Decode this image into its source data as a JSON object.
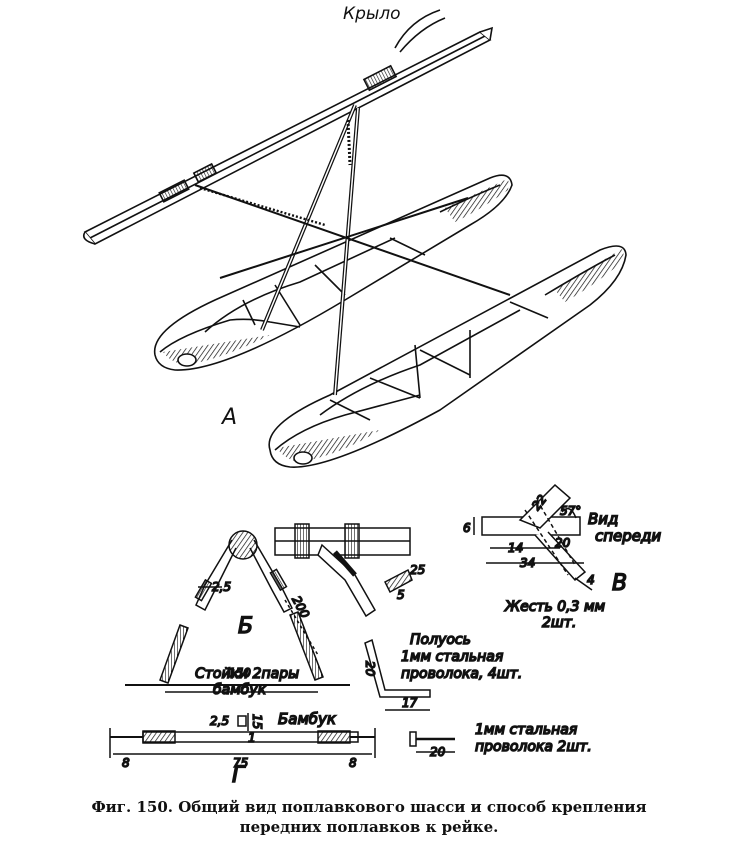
{
  "labels": {
    "wing": "Крыло",
    "view_a": "А",
    "view_b": "Б",
    "view_v": "В",
    "view_g": "Г",
    "front_view_1": "Вид",
    "front_view_2": "спереди",
    "tin_1": "Жесть 0,3 мм",
    "tin_2": "2шт.",
    "struts_1": "Стойки 2пары",
    "struts_2": "бамбук",
    "half_axle_1": "Полуось",
    "half_axle_2": "1мм стальная",
    "half_axle_3": "проволока, 4шт.",
    "bamboo": "Бамбук",
    "wire_1": "1мм стальная",
    "wire_2": "проволока 2шт."
  },
  "dimensions": {
    "d22": "22",
    "a57": "57°",
    "d6": "6",
    "d14": "14",
    "d20": "20",
    "d34": "34",
    "d4": "4",
    "d25a": "2,5",
    "d200": "200",
    "d150": "150",
    "d25b": "25",
    "d5": "5",
    "d20b": "20",
    "d17": "17",
    "d25c": "2,5",
    "d1": "1",
    "d15": "15",
    "d8a": "8",
    "d75": "75",
    "d8b": "8",
    "d20c": "20"
  },
  "caption": {
    "line1": "Фиг. 150. Общий вид поплавкового шасси и способ крепления",
    "line2": "передних поплавков к рейке."
  }
}
